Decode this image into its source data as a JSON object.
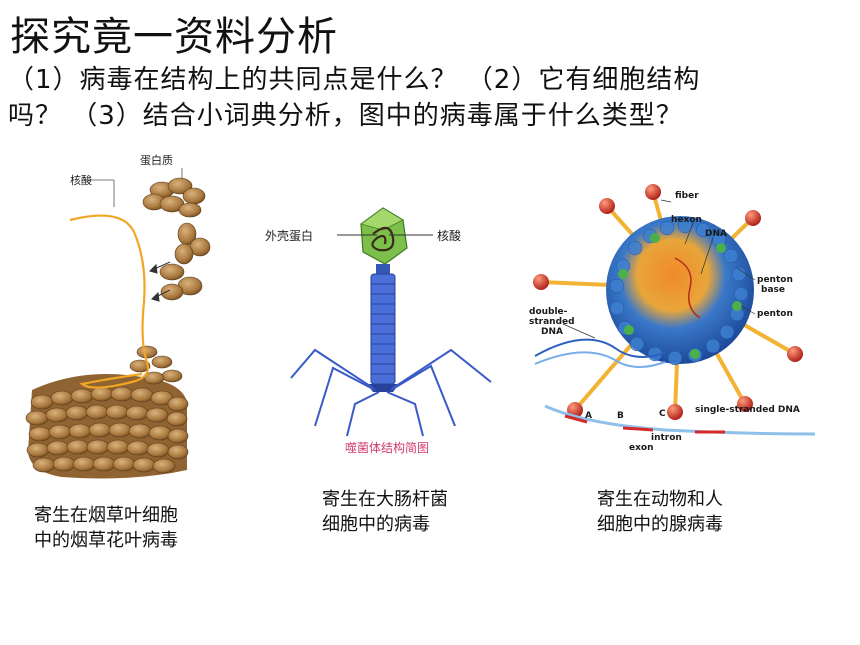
{
  "slide": {
    "title": "探究竟一资料分析",
    "questions": [
      "（1）病毒在结构上的共同点是什么？ （2）它有细胞结构",
      "吗？ （3）结合小词典分析，图中的病毒属于什么类型？"
    ]
  },
  "figures": {
    "tmv": {
      "label_nucleic_acid": "核酸",
      "label_protein": "蛋白质",
      "caption_lines": [
        "寄生在烟草叶细胞",
        "中的烟草花叶病毒"
      ]
    },
    "phage": {
      "label_capsid": "外壳蛋白",
      "label_nucleic_acid": "核酸",
      "diagram_title": "噬菌体结构简图",
      "caption_lines": [
        "寄生在大肠杆菌",
        "细胞中的病毒"
      ]
    },
    "adenovirus": {
      "label_fiber": "fiber",
      "label_hexon": "hexon",
      "label_dna": "DNA",
      "label_penton_base_1": "penton",
      "label_penton_base_2": "base",
      "label_penton": "penton",
      "label_ds_1": "double-",
      "label_ds_2": "stranded",
      "label_ds_3": "DNA",
      "label_ss": "single-stranded DNA",
      "label_a": "A",
      "label_b": "B",
      "label_c": "C",
      "label_exon": "exon",
      "label_intron": "intron",
      "caption_lines": [
        "寄生在动物和人",
        "细胞中的腺病毒"
      ]
    }
  }
}
